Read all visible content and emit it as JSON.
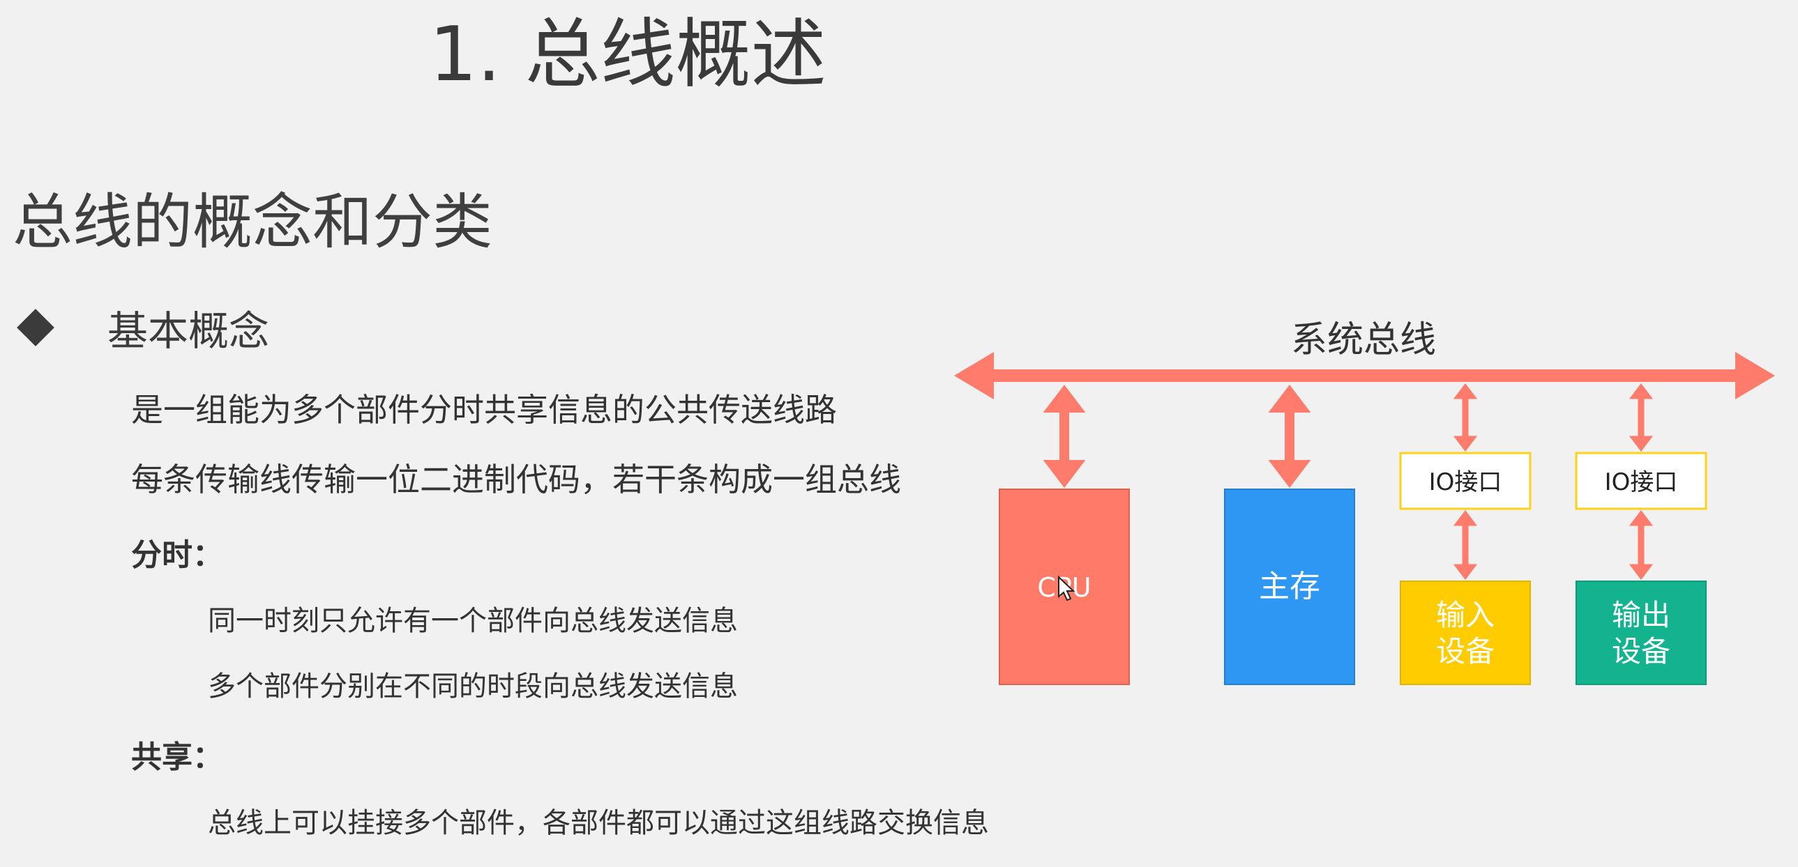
{
  "title": "1. 总线概述",
  "section": "总线的概念和分类",
  "bullet": "基本概念",
  "lines": {
    "def1": "是一组能为多个部件分时共享信息的公共传送线路",
    "def2": "每条传输线传输一位二进制代码，若干条构成一组总线"
  },
  "fenshi": {
    "label": "分时：",
    "items": [
      "同一时刻只允许有一个部件向总线发送信息",
      "多个部件分别在不同的时段向总线发送信息"
    ]
  },
  "gongxiang": {
    "label": "共享：",
    "items": [
      "总线上可以挂接多个部件，各部件都可以通过这组线路交换信息"
    ]
  },
  "diagram": {
    "bus_label": "系统总线",
    "cpu": "CPU",
    "memory": "主存",
    "io1": "IO接口",
    "io2": "IO接口",
    "input_line1": "输入",
    "input_line2": "设备",
    "output_line1": "输出",
    "output_line2": "设备",
    "colors": {
      "arrow": "#ff7b6b",
      "cpu": "#ff7b68",
      "memory": "#2d97f3",
      "io_border": "#ffd11a",
      "input": "#ffcc00",
      "output": "#13b38f"
    }
  }
}
